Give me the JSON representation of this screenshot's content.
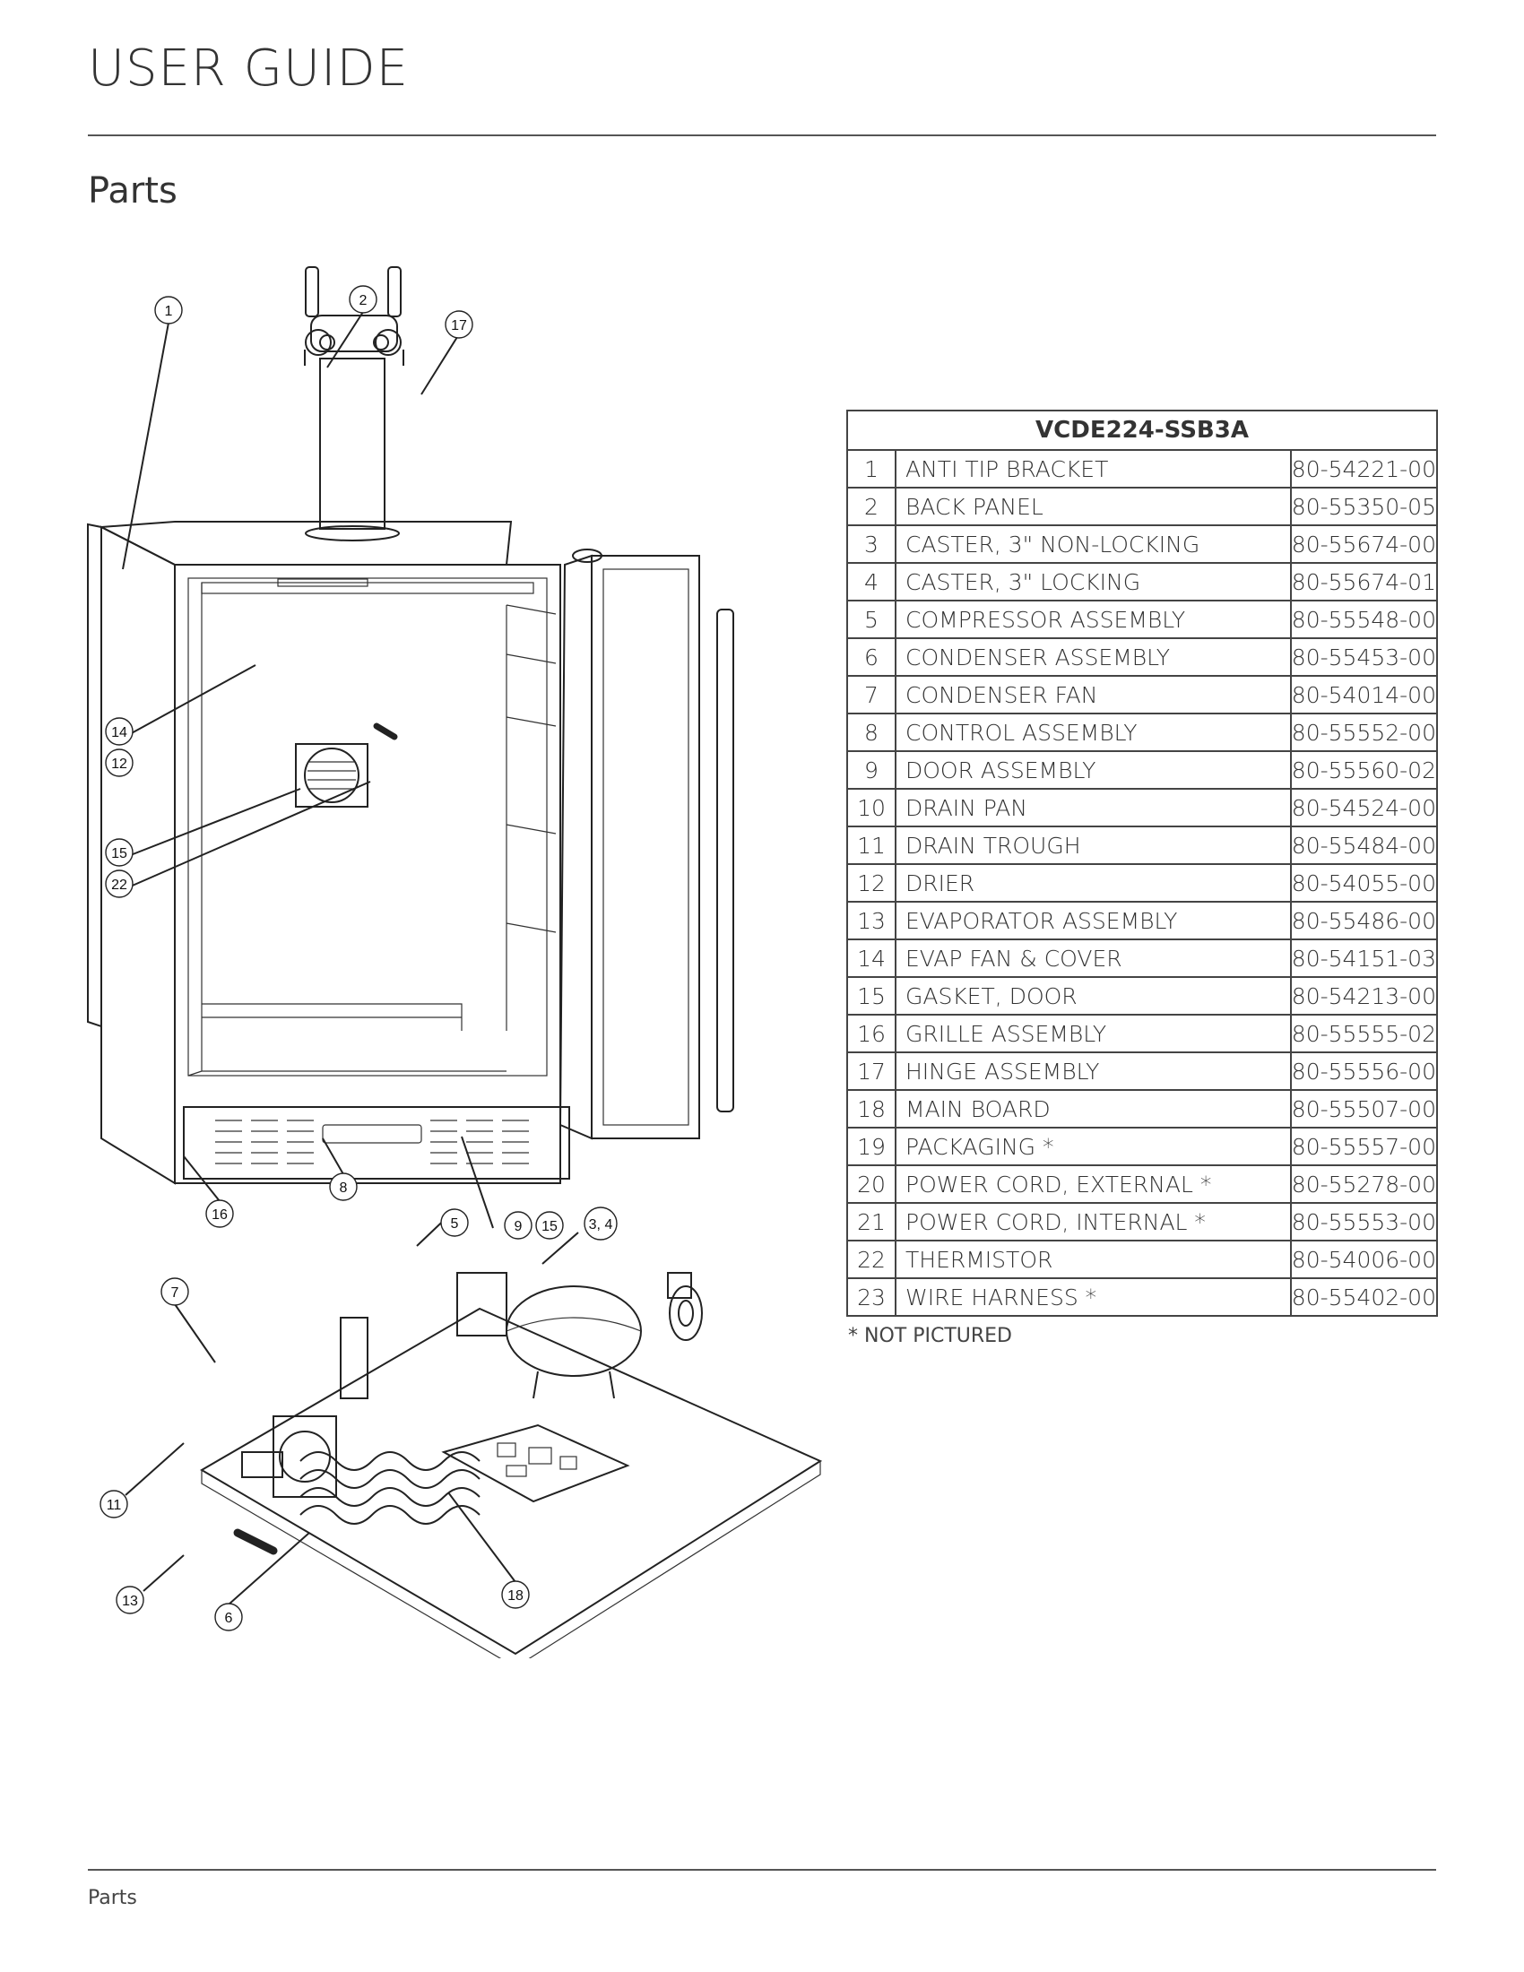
{
  "header": {
    "title": "USER GUIDE"
  },
  "section": {
    "title": "Parts"
  },
  "diagram": {
    "callouts": [
      "1",
      "2",
      "17",
      "14",
      "12",
      "15",
      "22",
      "16",
      "8",
      "5",
      "9",
      "15",
      "3, 4",
      "7",
      "11",
      "13",
      "6",
      "18"
    ]
  },
  "table": {
    "title": "VCDE224-SSB3A",
    "rows": [
      {
        "num": "1",
        "name": "ANTI TIP BRACKET",
        "part": "80-54221-00"
      },
      {
        "num": "2",
        "name": "BACK PANEL",
        "part": "80-55350-05"
      },
      {
        "num": "3",
        "name": "CASTER, 3\" NON-LOCKING",
        "part": "80-55674-00"
      },
      {
        "num": "4",
        "name": "CASTER, 3\" LOCKING",
        "part": "80-55674-01"
      },
      {
        "num": "5",
        "name": "COMPRESSOR ASSEMBLY",
        "part": "80-55548-00"
      },
      {
        "num": "6",
        "name": "CONDENSER ASSEMBLY",
        "part": "80-55453-00"
      },
      {
        "num": "7",
        "name": "CONDENSER FAN",
        "part": "80-54014-00"
      },
      {
        "num": "8",
        "name": "CONTROL ASSEMBLY",
        "part": "80-55552-00"
      },
      {
        "num": "9",
        "name": "DOOR ASSEMBLY",
        "part": "80-55560-02"
      },
      {
        "num": "10",
        "name": "DRAIN PAN",
        "part": "80-54524-00"
      },
      {
        "num": "11",
        "name": "DRAIN TROUGH",
        "part": "80-55484-00"
      },
      {
        "num": "12",
        "name": "DRIER",
        "part": "80-54055-00"
      },
      {
        "num": "13",
        "name": "EVAPORATOR ASSEMBLY",
        "part": "80-55486-00"
      },
      {
        "num": "14",
        "name": "EVAP FAN & COVER",
        "part": "80-54151-03"
      },
      {
        "num": "15",
        "name": "GASKET, DOOR",
        "part": "80-54213-00"
      },
      {
        "num": "16",
        "name": "GRILLE ASSEMBLY",
        "part": "80-55555-02"
      },
      {
        "num": "17",
        "name": "HINGE ASSEMBLY",
        "part": "80-55556-00"
      },
      {
        "num": "18",
        "name": "MAIN BOARD",
        "part": "80-55507-00"
      },
      {
        "num": "19",
        "name": "PACKAGING *",
        "part": "80-55557-00"
      },
      {
        "num": "20",
        "name": "POWER CORD, EXTERNAL *",
        "part": "80-55278-00"
      },
      {
        "num": "21",
        "name": "POWER CORD, INTERNAL *",
        "part": "80-55553-00"
      },
      {
        "num": "22",
        "name": "THERMISTOR",
        "part": "80-54006-00"
      },
      {
        "num": "23",
        "name": "WIRE HARNESS *",
        "part": "80-55402-00"
      }
    ],
    "note": "* NOT PICTURED"
  },
  "footer": {
    "label": "Parts"
  }
}
